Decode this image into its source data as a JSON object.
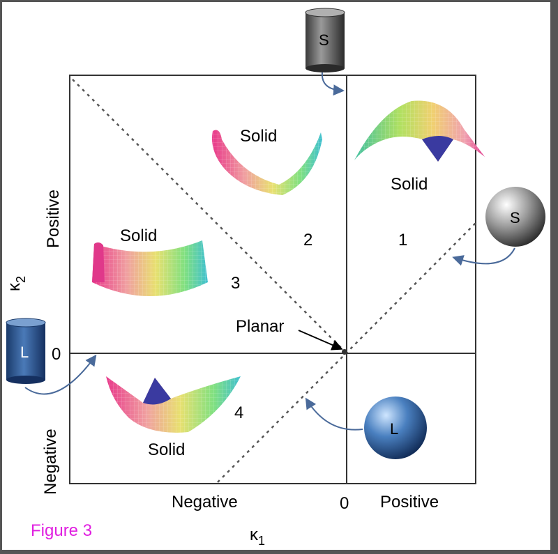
{
  "figure_label": "Figure 3",
  "axes": {
    "x_symbol": "κ",
    "x_subscript": "1",
    "y_symbol": "κ",
    "y_subscript": "2",
    "x_negative": "Negative",
    "x_zero": "0",
    "x_positive": "Positive",
    "y_positive": "Positive",
    "y_zero": "0",
    "y_negative": "Negative"
  },
  "regions": {
    "r1": "1",
    "r2": "2",
    "r3": "3",
    "r4": "4"
  },
  "surface_labels": {
    "top_center": "Solid",
    "top_right": "Solid",
    "left": "Solid",
    "bottom": "Solid"
  },
  "planar_label": "Planar",
  "icons": {
    "cylinder_top": "S",
    "sphere_right": "S",
    "cylinder_left": "L",
    "sphere_bottom": "L"
  },
  "colors": {
    "figure_label": "#e020e0",
    "background": "#ffffff",
    "frame": "#555555"
  }
}
